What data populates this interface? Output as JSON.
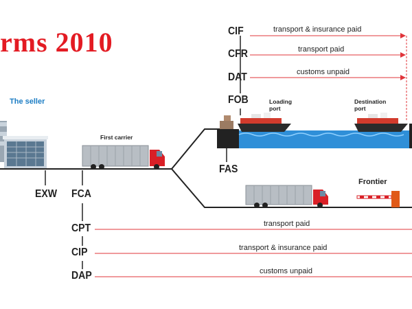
{
  "title": "rms 2010",
  "labels": {
    "seller": "The seller",
    "first_carrier": "First carrier",
    "loading_port": [
      "Loading",
      "port"
    ],
    "destination_port": [
      "Destination",
      "port"
    ],
    "frontier": "Frontier"
  },
  "terms": {
    "cif": "CIF",
    "cfr": "CFR",
    "dat": "DAT",
    "fob": "FOB",
    "fas": "FAS",
    "exw": "EXW",
    "fca": "FCA",
    "cpt": "CPT",
    "cip": "CIP",
    "dap": "DAP"
  },
  "arrows": {
    "cif": "transport & insurance paid",
    "cfr": "transport paid",
    "dat": "customs unpaid",
    "cpt": "transport paid",
    "cip": "transport & insurance paid",
    "dap": "customs unpaid"
  },
  "colors": {
    "title_red": "#e31b23",
    "arrow_red": "#e0343a",
    "seller_blue": "#1c7dc4",
    "water_blue": "#2f8fd8",
    "truck_red": "#d91f26"
  }
}
